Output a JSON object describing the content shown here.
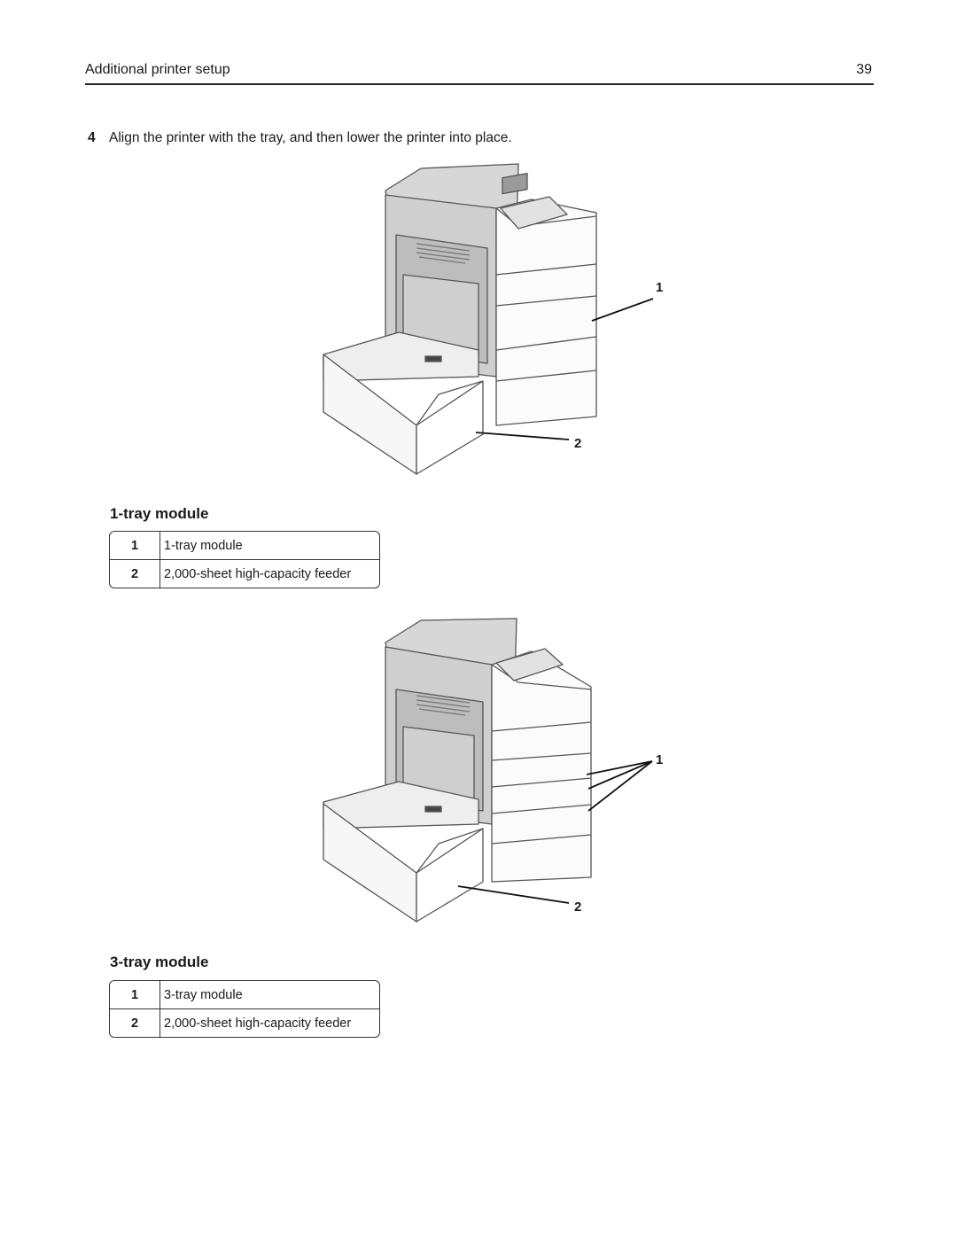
{
  "header": {
    "section": "Additional printer setup",
    "page_number": "39"
  },
  "step": {
    "number": "4",
    "text": "Align the printer with the tray, and then lower the printer into place."
  },
  "figures": [
    {
      "title": "1-tray module",
      "callouts": [
        "1",
        "2"
      ],
      "legend": [
        {
          "num": "1",
          "label": "1-tray module"
        },
        {
          "num": "2",
          "label": "2,000-sheet high-capacity feeder"
        }
      ]
    },
    {
      "title": "3-tray module",
      "callouts": [
        "1",
        "2"
      ],
      "legend": [
        {
          "num": "1",
          "label": "3-tray module"
        },
        {
          "num": "2",
          "label": "2,000-sheet high-capacity feeder"
        }
      ]
    }
  ]
}
